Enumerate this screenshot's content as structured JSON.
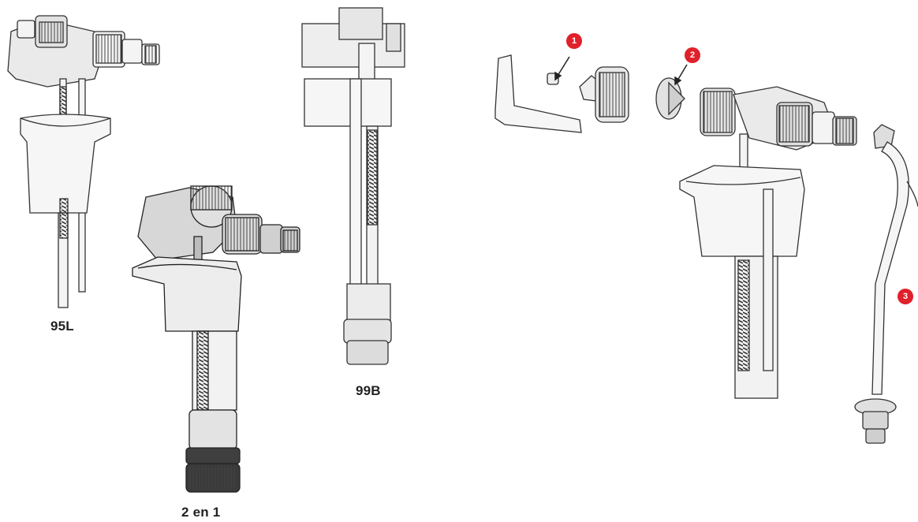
{
  "products": {
    "p95l": {
      "label": "95L"
    },
    "p2en1": {
      "label": "2 en 1"
    },
    "p99b": {
      "label": "99B"
    }
  },
  "markers": [
    {
      "number": "1"
    },
    {
      "number": "2"
    },
    {
      "number": "3"
    }
  ],
  "colors": {
    "marker": "#e0202a",
    "line": "#333333",
    "fill_light": "#f4f4f4",
    "fill_mid": "#d8d8d8",
    "fill_dark": "#3a3a3a"
  }
}
